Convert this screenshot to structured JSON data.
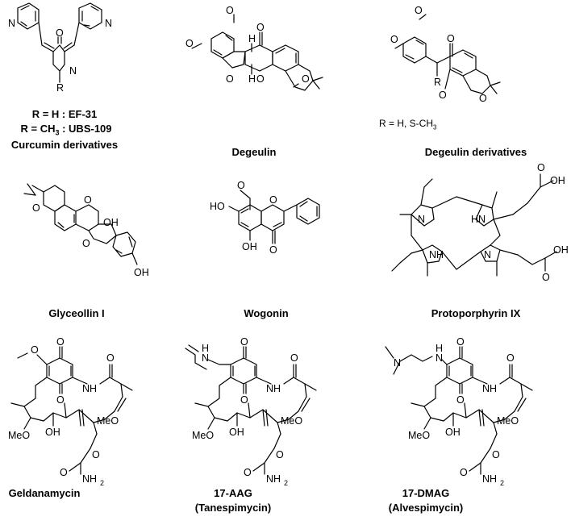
{
  "compounds": {
    "curcumin": {
      "labels": [
        "R = H : EF-31",
        "R = CH",
        "3",
        " : UBS-109"
      ],
      "caption": "Curcumin derivatives",
      "atoms": {
        "o": "O",
        "n": "N",
        "r": "R"
      }
    },
    "degeulin": {
      "caption": "Degeulin",
      "atoms": {
        "o": "O",
        "h": "H"
      }
    },
    "degeulin_derivatives": {
      "caption": "Degeulin derivatives",
      "note": "R = H, S-CH",
      "note_sub": "3",
      "atoms": {
        "o": "O",
        "r": "R"
      }
    },
    "glyceollin": {
      "caption": "Glyceollin I",
      "atoms": {
        "o": "O",
        "oh": "OH"
      }
    },
    "wogonin": {
      "caption": "Wogonin",
      "atoms": {
        "o": "O",
        "ho": "HO",
        "oh": "OH"
      }
    },
    "protoporphyrin": {
      "caption": "Protoporphyrin IX",
      "atoms": {
        "n": "N",
        "nh": "NH",
        "hn": "HN",
        "oh": "OH",
        "o": "O"
      }
    },
    "geldanamycin": {
      "caption": "Geldanamycin",
      "atoms": {
        "o": "O",
        "nh": "NH",
        "meo": "MeO",
        "oh": "OH",
        "nh2": "NH",
        "nh2_sub": "2"
      }
    },
    "aag": {
      "caption_line1": "17-AAG",
      "caption_line2": "(Tanespimycin)",
      "atoms": {
        "h": "H",
        "n": "N",
        "o": "O",
        "nh": "NH",
        "meo": "MeO",
        "oh": "OH",
        "nh2": "NH",
        "nh2_sub": "2"
      }
    },
    "dmag": {
      "caption_line1": "17-DMAG",
      "caption_line2": "(Alvespimycin)",
      "atoms": {
        "h": "H",
        "n": "N",
        "o": "O",
        "nh": "NH",
        "meo": "MeO",
        "oh": "OH",
        "nh2": "NH",
        "nh2_sub": "2"
      }
    }
  }
}
